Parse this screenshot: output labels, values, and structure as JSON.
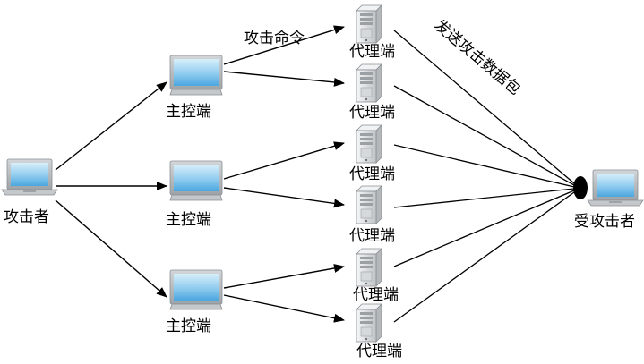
{
  "nodes": {
    "attacker": {
      "label": "攻击者"
    },
    "masters": [
      {
        "label": "主控端"
      },
      {
        "label": "主控端"
      },
      {
        "label": "主控端"
      }
    ],
    "agents": [
      {
        "label": "代理端"
      },
      {
        "label": "代理端"
      },
      {
        "label": "代理端"
      },
      {
        "label": "代理端"
      },
      {
        "label": "代理端"
      },
      {
        "label": "代理端"
      }
    ],
    "victim": {
      "label": "受攻击者"
    }
  },
  "edge_labels": {
    "attack_command": "攻击命令",
    "send_attack_packets": "发送攻击数据包"
  },
  "colors": {
    "line": "#000000",
    "screen_top": "#c9e7f7",
    "screen_bottom": "#5ab3e6",
    "bezel": "#b8bcc0",
    "server_body": "#e9ebec"
  }
}
